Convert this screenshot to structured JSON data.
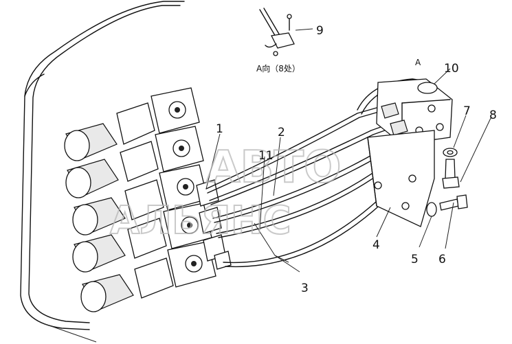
{
  "diagram": {
    "view_caption": "A向（8处）",
    "view_marker": "A",
    "callouts": [
      "1",
      "2",
      "3",
      "4",
      "5",
      "6",
      "7",
      "8",
      "9",
      "10",
      "11"
    ],
    "watermark": [
      "АВТО",
      "АЛЬЯНС"
    ]
  }
}
